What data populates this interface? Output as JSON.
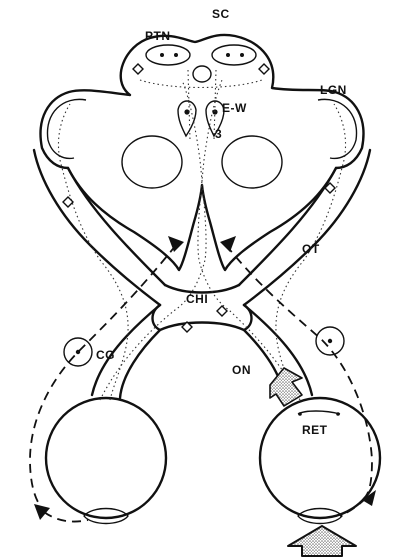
{
  "labels": {
    "sc": "SC",
    "ptn": "PTN",
    "lgn": "LGN",
    "ew": "E-W",
    "n3": "3",
    "ot": "OT",
    "chi": "CHI",
    "cg": "CG",
    "on": "ON",
    "ret": "RET"
  },
  "colors": {
    "ink": "#111111",
    "paper": "#ffffff",
    "stipple": "#8a8a8a"
  }
}
